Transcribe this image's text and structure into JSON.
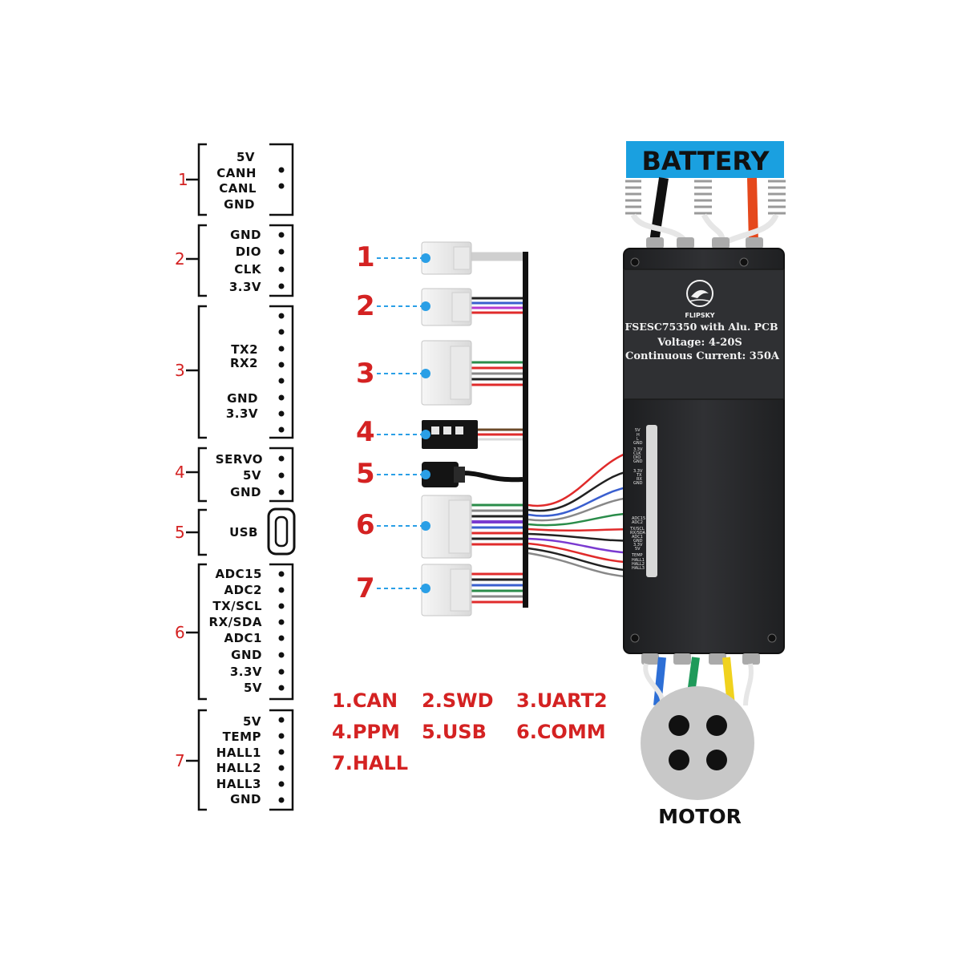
{
  "groups": [
    {
      "num": "1",
      "pins": [
        "5V",
        "CANH",
        "CANL",
        "GND"
      ]
    },
    {
      "num": "2",
      "pins": [
        "GND",
        "DIO",
        "CLK",
        "3.3V"
      ]
    },
    {
      "num": "3",
      "pins": [
        "TX2",
        "RX2",
        "GND",
        "3.3V"
      ]
    },
    {
      "num": "4",
      "pins": [
        "SERVO",
        "5V",
        "GND"
      ]
    },
    {
      "num": "5",
      "pins": [
        "USB"
      ]
    },
    {
      "num": "6",
      "pins": [
        "ADC15",
        "ADC2",
        "TX/SCL",
        "RX/SDA",
        "ADC1",
        "GND",
        "3.3V",
        "5V"
      ]
    },
    {
      "num": "7",
      "pins": [
        "5V",
        "TEMP",
        "HALL1",
        "HALL2",
        "HALL3",
        "GND"
      ]
    }
  ],
  "connector_numbers": [
    "1",
    "2",
    "3",
    "4",
    "5",
    "6",
    "7"
  ],
  "legend": [
    "1.CAN",
    "2.SWD",
    "3.UART2",
    "4.PPM",
    "5.USB",
    "6.COMM",
    "7.HALL"
  ],
  "battery_label": "BATTERY",
  "motor_label": "MOTOR",
  "device": {
    "brand": "FLIPSKY",
    "model": "FSESC75350 with Alu. PCB",
    "voltage": "Voltage: 4-20S",
    "current": "Continuous Current: 350A"
  },
  "board_pins": {
    "top": [
      "5V",
      "H",
      "L",
      "GND",
      "3.3V",
      "CLK",
      "DIO",
      "GND",
      "3.3V",
      "TX",
      "RX",
      "GND"
    ],
    "bottom": [
      "ADC15",
      "ADC2",
      "TX/SCL",
      "RX/SDA",
      "ADC1",
      "GND",
      "3.3V",
      "5V",
      "TEMP",
      "HALL1",
      "HALL2",
      "HALL3"
    ]
  },
  "colors": {
    "label_red": "#d42222",
    "battery_bg": "#1aa0e0",
    "callout_blue": "#2a9fe6",
    "case_dark": "#2a2b2d",
    "motor_grey": "#c8c8c8"
  }
}
